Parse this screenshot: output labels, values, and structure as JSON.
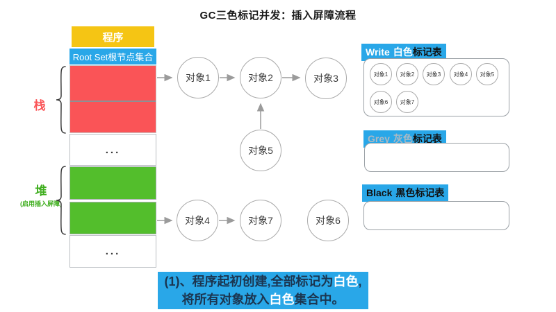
{
  "title": "GC三色标记并发：插入屏障流程",
  "memory": {
    "program": "程序",
    "root_set": "Root Set根节点集合",
    "ellipsis": "..."
  },
  "labels": {
    "stack": "栈",
    "heap": "堆",
    "heap_sub": "(启用插入屏障)"
  },
  "nodes": [
    {
      "label": "对象1"
    },
    {
      "label": "对象2"
    },
    {
      "label": "对象3"
    },
    {
      "label": "对象5"
    },
    {
      "label": "对象4"
    },
    {
      "label": "对象7"
    },
    {
      "label": "对象6"
    }
  ],
  "tables": [
    {
      "en": "Write",
      "cn": "白色",
      "suffix": "标记表",
      "items": [
        "对象1",
        "对象2",
        "对象3",
        "对象4",
        "对象5",
        "对象6",
        "对象7"
      ]
    },
    {
      "en": "Grey",
      "cn": "灰色",
      "suffix": "标记表",
      "items": []
    },
    {
      "en": "Black",
      "cn": "黑色",
      "suffix": "标记表",
      "items": []
    }
  ],
  "caption": {
    "line1_pre": "(1)、程序起初创建,全部标记为",
    "line1_hl": "白色",
    "line1_post": ",",
    "line2_pre": "将所有对象放入",
    "line2_hl": "白色",
    "line2_post": "集合中。"
  },
  "colors": {
    "blue": "#29A7E8",
    "yellow": "#F5C514",
    "red": "#FA5457",
    "green": "#53BE2C",
    "grey_word": "#AEB9C2",
    "caption_text": "#1B3550"
  }
}
